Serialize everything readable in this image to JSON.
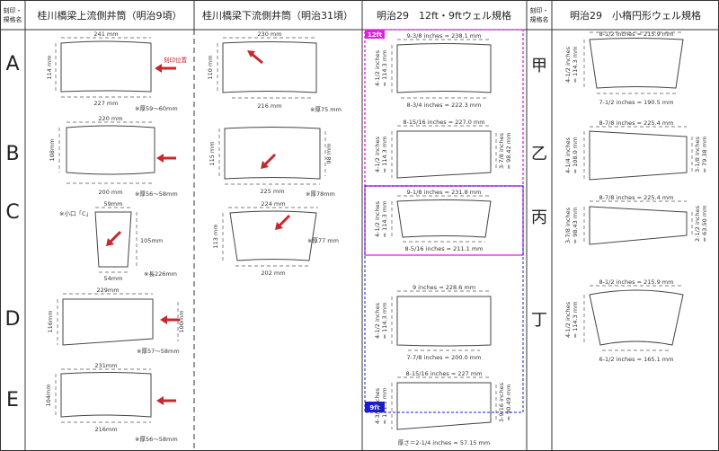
{
  "headers": {
    "label_col_left": [
      "刻印・",
      "規格名"
    ],
    "col1": "桂川橋梁上流側井筒（明治9頃）",
    "col2": "桂川橋梁下流側井筒（明治31頃）",
    "col3": "明治29　12ft・9ftウェル規格",
    "label_col_right": [
      "刻印・",
      "規格名"
    ],
    "col4": "明治29　小楕円形ウェル規格"
  },
  "row_labels": [
    "A",
    "B",
    "C",
    "D",
    "E"
  ],
  "kanji_labels": [
    "甲",
    "乙",
    "丙",
    "丁"
  ],
  "badges": {
    "ft12": "12ft",
    "ft9": "9ft"
  },
  "accent_colors": {
    "magenta": "#e21ee6",
    "blue": "#1a1adb",
    "arrow": "#c8282d"
  },
  "col1": {
    "A": {
      "top": "241 mm",
      "bottom": "227 mm",
      "side": "114 mm",
      "mark": "刻印位置",
      "note": "※厚59〜60mm"
    },
    "B": {
      "top": "220 mm",
      "bottom": "200 mm",
      "side": "108mm",
      "note": "※厚56〜58mm"
    },
    "C": {
      "top": "59mm",
      "bottom": "54mm",
      "side": "105mm",
      "mark": "※小口「C」",
      "note": "※長226mm"
    },
    "D": {
      "top": "229mm",
      "side": "116mm",
      "right": "100mm",
      "note": "※厚57〜58mm"
    },
    "E": {
      "top": "231mm",
      "bottom": "216mm",
      "side": "104mm",
      "note": "※厚56〜58mm"
    }
  },
  "col2": {
    "A": {
      "top": "230 mm",
      "bottom": "216 mm",
      "side": "110 mm",
      "note": "※厚75 mm"
    },
    "B": {
      "bottom": "225 mm",
      "side": "115 mm",
      "right": "98 mm",
      "note": "※厚78mm"
    },
    "C": {
      "top": "224 mm",
      "bottom": "202 mm",
      "side": "113 mm",
      "note": "※厚77 mm"
    }
  },
  "col3": {
    "A": {
      "top": "9-3/8 inches = 238.1 mm",
      "bottom": "8-3/4 inches = 222.3 mm",
      "side": "4-1/2 inches",
      "side2": "= 114.3 mm"
    },
    "B": {
      "top": "8-15/16 inches = 227.0 mm",
      "side": "4-1/2 inches",
      "side2": "= 114.3 mm",
      "right": "3-7/8 inches",
      "right2": "= 98.42 mm"
    },
    "C": {
      "top": "9-1/8 inches = 231.8 mm",
      "bottom": "8-5/16 inches = 211.1 mm",
      "side": "4-1/2 inches",
      "side2": "= 114.3 mm"
    },
    "D": {
      "top": "9 inches = 228.6 mm",
      "bottom": "7-7/8 inches = 200.0 mm",
      "side": "4-1/2 inches",
      "side2": "= 114.3 mm"
    },
    "E": {
      "top": "8-15/16 inches = 227 mm",
      "side": "4-3/8 inches",
      "side2": "= 111.1 mm",
      "right": "3-9/16 inches",
      "right2": "= 90.49 mm"
    },
    "footer": "厚さ＝2-1/4 inches = 57.15 mm"
  },
  "col4": {
    "甲": {
      "top": "8-1/2 inches = 215.9 mm",
      "bottom": "7-1/2 inches = 190.5 mm",
      "side": "4-1/2 inches",
      "side2": "= 114.3 mm"
    },
    "乙": {
      "top": "8-7/8 inches = 225.4 mm",
      "side": "4-1/4 inches",
      "side2": "= 108.0 mm",
      "right": "3-1/8 inches",
      "right2": "= 79.38 mm"
    },
    "丙": {
      "top": "8-7/8 inches = 225.4 mm",
      "side": "3-7/8 inches",
      "side2": "= 98.43 mm",
      "right": "2-1/2 inches",
      "right2": "= 63.50 mm"
    },
    "丁": {
      "top": "8-1/2 inches = 215.9 mm",
      "bottom": "6-1/2 inches = 165.1 mm",
      "side": "4-1/2 inches",
      "side2": "= 114.3 mm"
    }
  }
}
